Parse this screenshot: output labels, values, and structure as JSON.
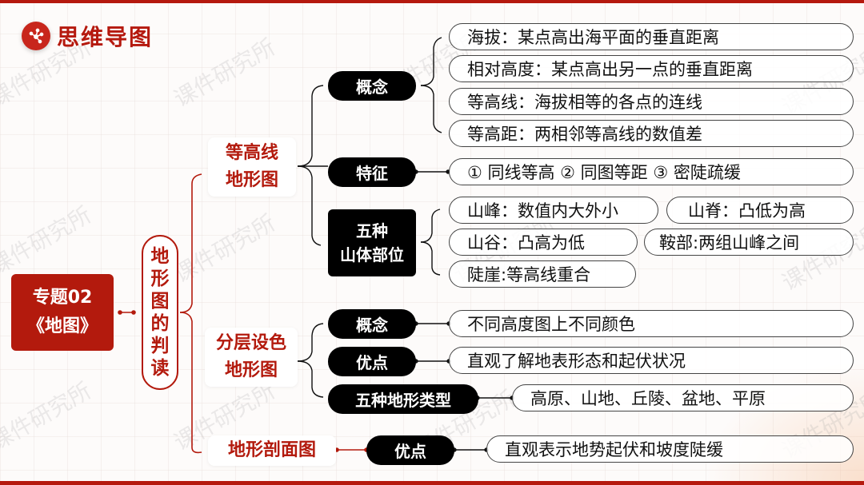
{
  "header": {
    "title": "思维导图",
    "icon": "mind-map-icon"
  },
  "watermark": "课件研究所",
  "root": {
    "line1": "专题02",
    "line2": "《地图》"
  },
  "topic": {
    "chars": [
      "地",
      "形",
      "图",
      "的",
      "判",
      "读"
    ]
  },
  "branches": {
    "contour": {
      "line1": "等高线",
      "line2": "地形图",
      "concept": {
        "label": "概念",
        "items": [
          "海拔：某点高出海平面的垂直距离",
          "相对高度：某点高出另一点的垂直距离",
          "等高线：海拔相等的各点的连线",
          "等高距：两相邻等高线的数值差"
        ]
      },
      "features": {
        "label": "特征",
        "text": "① 同线等高  ② 同图等距  ③ 密陡疏缓"
      },
      "parts": {
        "line1": "五种",
        "line2": "山体部位",
        "items": [
          "山峰：数值内大外小",
          "山脊：凸低为高",
          "山谷：凸高为低",
          "鞍部:两组山峰之间",
          "陡崖:等高线重合"
        ]
      }
    },
    "layered": {
      "line1": "分层设色",
      "line2": "地形图",
      "concept": {
        "label": "概念",
        "text": "不同高度图上不同颜色"
      },
      "advantage": {
        "label": "优点",
        "text": "直观了解地表形态和起伏状况"
      },
      "types": {
        "label": "五种地形类型",
        "text": "高原、山地、丘陵、盆地、平原"
      }
    },
    "profile": {
      "label": "地形剖面图",
      "advantage": {
        "label": "优点",
        "text": "直观表示地势起伏和坡度陡缓"
      }
    }
  },
  "colors": {
    "accent": "#b31a0d",
    "node_dark": "#000000",
    "leaf_border": "#444444"
  }
}
